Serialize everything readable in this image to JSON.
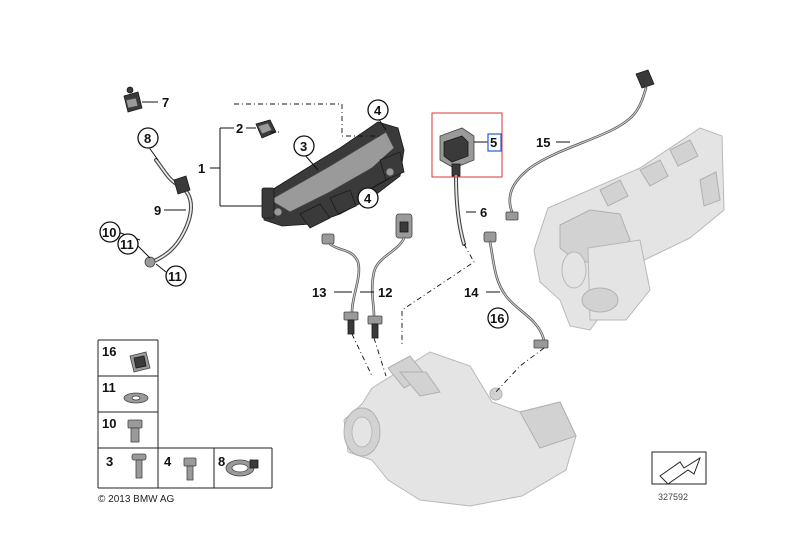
{
  "callouts": {
    "c1": "1",
    "c2": "2",
    "c3": "3",
    "c4a": "4",
    "c4b": "4",
    "c5": "5",
    "c6": "6",
    "c7": "7",
    "c8": "8",
    "c9": "9",
    "c10": "10",
    "c11a": "11",
    "c11b": "11",
    "c12": "12",
    "c13": "13",
    "c14": "14",
    "c15": "15",
    "c16": "16"
  },
  "legend": {
    "r16": "16",
    "r11": "11",
    "r10": "10",
    "r3": "3",
    "r4": "4",
    "r8": "8"
  },
  "footer": {
    "copyright": "© 2013 BMW AG",
    "diagram_number": "327592"
  },
  "colors": {
    "highlight": "#d9343a",
    "selection": "#1f5fd6"
  }
}
